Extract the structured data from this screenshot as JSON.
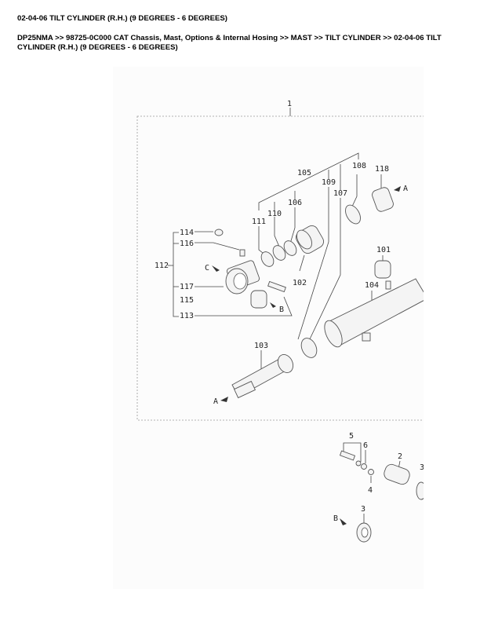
{
  "page": {
    "title": "02-04-06 TILT CYLINDER (R.H.) (9 DEGREES - 6 DEGREES)",
    "breadcrumb": "DP25NMA >> 98725-0C000 CAT Chassis, Mast, Options & Internal Hosing >> MAST >> TILT CYLINDER >> 02-04-06 TILT CYLINDER (R.H.) (9 DEGREES - 6 DEGREES)"
  },
  "diagram": {
    "callouts": {
      "c1": "1",
      "c101": "101",
      "c102": "102",
      "c103": "103",
      "c104": "104",
      "c105": "105",
      "c106": "106",
      "c107": "107",
      "c108": "108",
      "c109": "109",
      "c110": "110",
      "c111": "111",
      "c112": "112",
      "c113": "113",
      "c114": "114",
      "c115": "115",
      "c116": "116",
      "c117": "117",
      "c118": "118",
      "c2": "2",
      "c3a": "3",
      "c3b": "3",
      "c4": "4",
      "c5": "5",
      "c6": "6"
    },
    "view_markers": {
      "a1": "A",
      "a2": "A",
      "b1": "B",
      "b2": "B",
      "c": "C"
    }
  }
}
